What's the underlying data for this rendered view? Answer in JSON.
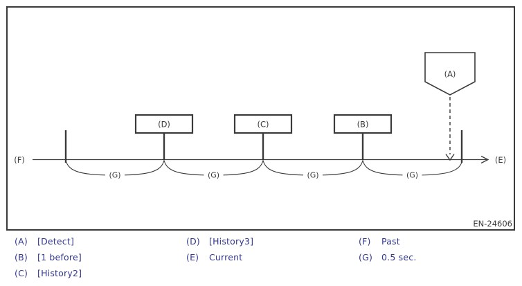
{
  "figure": {
    "id": "EN-24606",
    "marker_label": "(A)",
    "timeline": {
      "past_label": "(F)",
      "current_label": "(E)"
    },
    "boxes": [
      {
        "label": "(D)"
      },
      {
        "label": "(C)"
      },
      {
        "label": "(B)"
      }
    ],
    "interval_labels": [
      "(G)",
      "(G)",
      "(G)",
      "(G)"
    ]
  },
  "legend": {
    "columns": [
      {
        "items": [
          {
            "key": "(A)",
            "value": "[Detect]"
          },
          {
            "key": "(B)",
            "value": "[1 before]"
          },
          {
            "key": "(C)",
            "value": "[History2]"
          }
        ]
      },
      {
        "items": [
          {
            "key": "(D)",
            "value": "[History3]"
          },
          {
            "key": "(E)",
            "value": "Current"
          }
        ]
      },
      {
        "items": [
          {
            "key": "(F)",
            "value": "Past"
          },
          {
            "key": "(G)",
            "value": "0.5 sec."
          }
        ]
      }
    ]
  },
  "colors": {
    "line": "#3a3a3a",
    "legend_text": "#32378f"
  }
}
